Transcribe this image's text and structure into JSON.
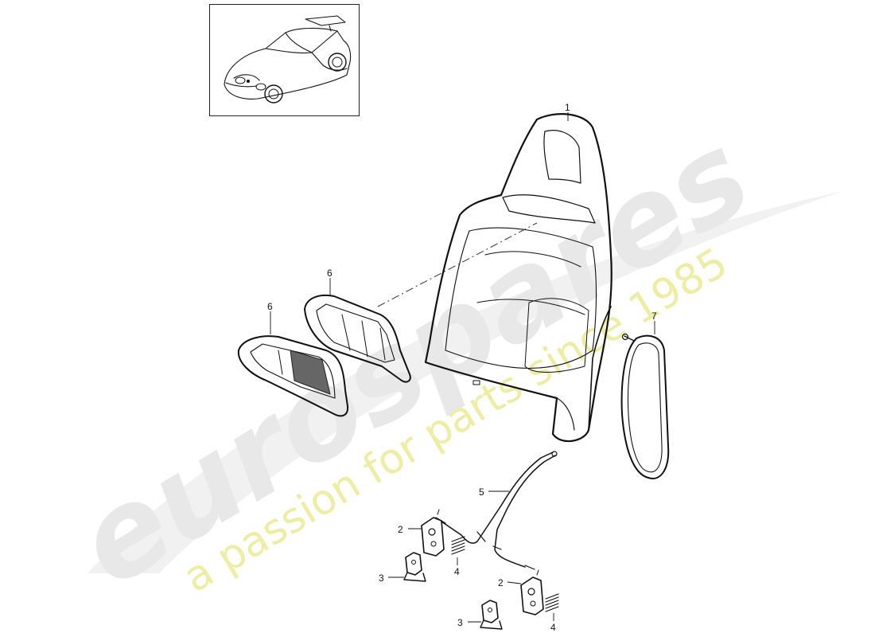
{
  "watermark": {
    "brand": "eurospares",
    "tagline": "a passion for parts since 1985",
    "brand_color": "#e6e6e6",
    "tagline_color": "#ecec9a"
  },
  "thumbnail": {
    "icon": "car-icon"
  },
  "callouts": [
    {
      "id": "seat-shell",
      "label": "1"
    },
    {
      "id": "hinge-bracket-left",
      "label": "2"
    },
    {
      "id": "hinge-bracket-right",
      "label": "2"
    },
    {
      "id": "mount-bracket-left",
      "label": "3"
    },
    {
      "id": "mount-bracket-right",
      "label": "3"
    },
    {
      "id": "spring-left",
      "label": "4"
    },
    {
      "id": "spring-right",
      "label": "4"
    },
    {
      "id": "release-cable",
      "label": "5"
    },
    {
      "id": "trim-frame-lower",
      "label": "6"
    },
    {
      "id": "trim-frame-upper",
      "label": "6"
    },
    {
      "id": "side-cover",
      "label": "7"
    }
  ],
  "colors": {
    "line": "#111111",
    "mesh": "#555555",
    "frame": "#222222"
  }
}
